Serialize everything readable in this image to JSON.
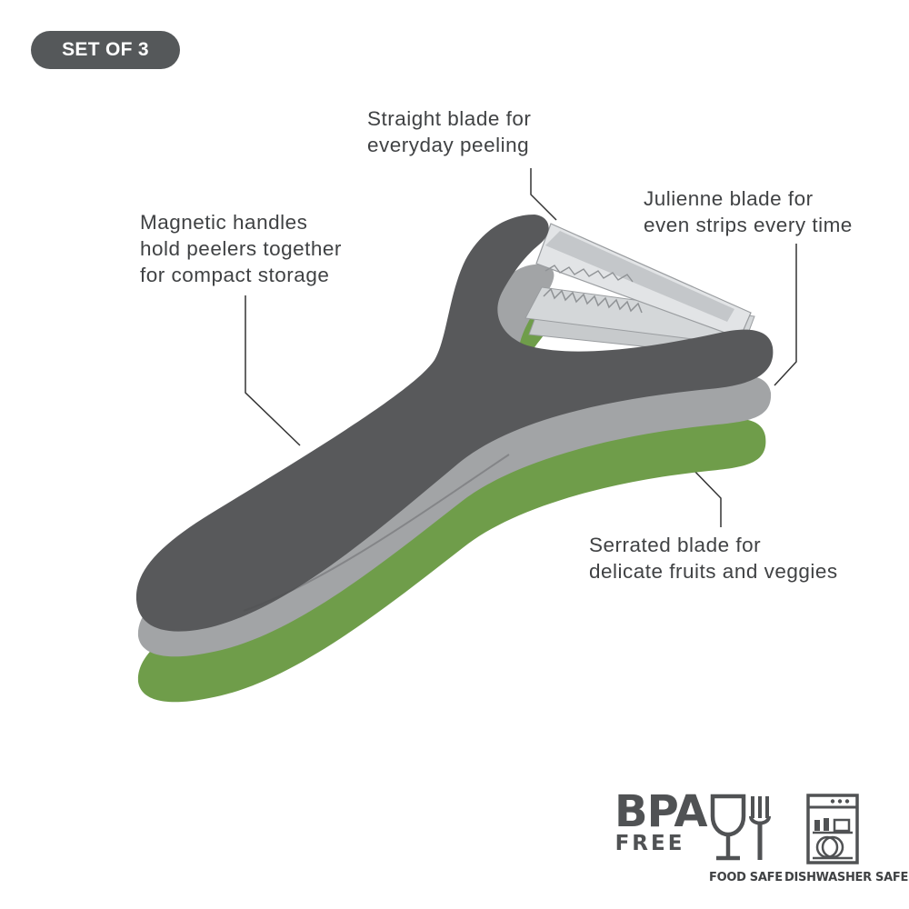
{
  "badge": {
    "label": "SET OF 3"
  },
  "callouts": {
    "straight": [
      "Straight blade for",
      "everyday peeling"
    ],
    "magnetic": [
      "Magnetic handles",
      "hold peelers together",
      "for compact storage"
    ],
    "julienne": [
      "Julienne blade for",
      "even strips every time"
    ],
    "serrated": [
      "Serrated blade for",
      "delicate fruits and veggies"
    ]
  },
  "icons": {
    "bpa": {
      "top": "BPA",
      "bottom": "FREE"
    },
    "food_safe": {
      "caption": "FOOD SAFE",
      "icon": "wine-glass-fork-icon"
    },
    "dishwasher_safe": {
      "caption": "DISHWASHER SAFE",
      "icon": "dishwasher-icon"
    }
  },
  "colors": {
    "handle_dark": "#58595b",
    "handle_gray": "#9fa1a3",
    "handle_green": "#6f9d4a",
    "blade": "#cfd2d4",
    "text": "#404244"
  }
}
